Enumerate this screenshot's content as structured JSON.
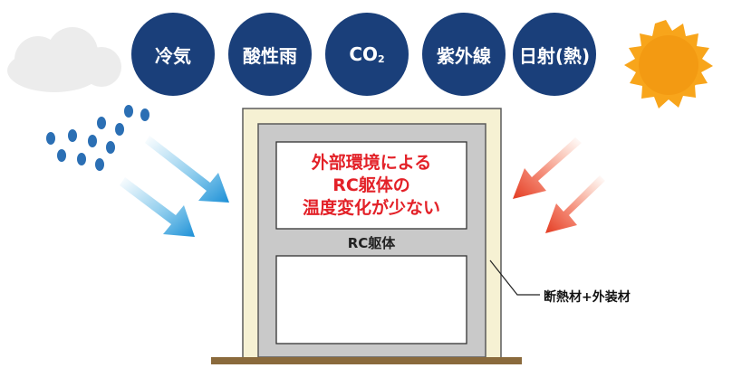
{
  "factors": [
    {
      "main": "冷気",
      "sub": ""
    },
    {
      "main": "酸性雨",
      "sub": ""
    },
    {
      "main": "CO",
      "sub": "2"
    },
    {
      "main": "紫外線",
      "sub": ""
    },
    {
      "main": "日射(熱)",
      "sub": ""
    }
  ],
  "headline_lines": [
    "外部環境による",
    "RC躯体の",
    "温度変化が少ない"
  ],
  "rc_label": "RC躯体",
  "insulation_label": "断熱材+外装材",
  "colors": {
    "badge": "#1a3f7a",
    "headline": "#e32128",
    "cold_arrow": "#3aa7e0",
    "heat_arrow": "#e8442a",
    "sun": "#f8a51b",
    "concrete": "#c9c9c9",
    "insulation": "#f6f1d3",
    "ground": "#8a6a3c"
  }
}
